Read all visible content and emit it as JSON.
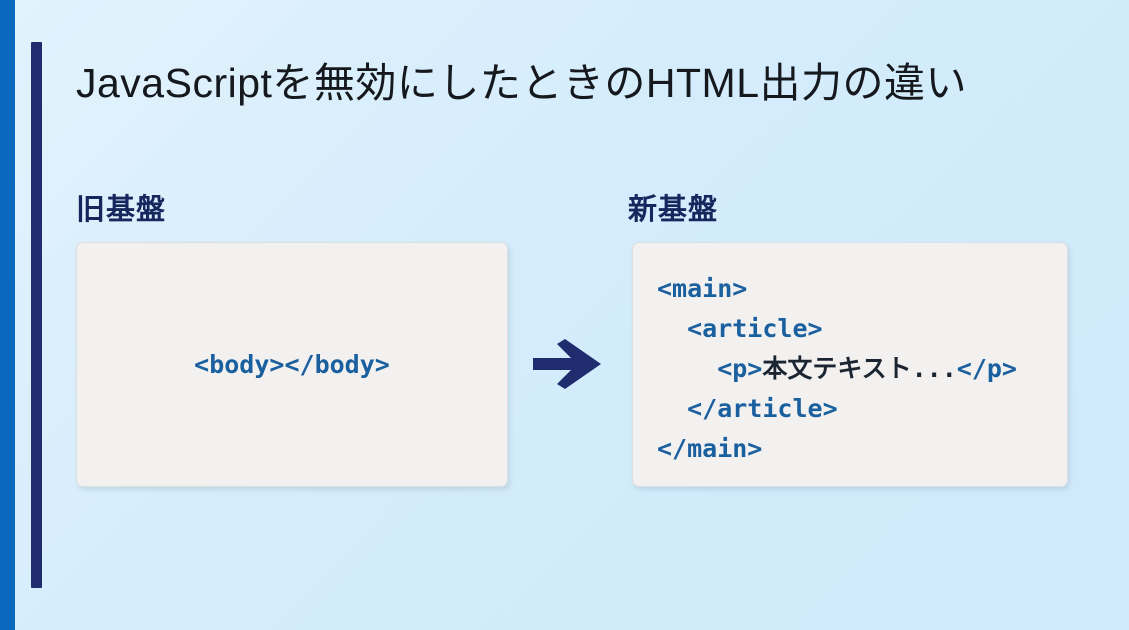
{
  "slide": {
    "title": "JavaScriptを無効にしたときのHTML出力の違い",
    "accent_color": "#1f2d6e",
    "edge_color": "#0a69bd",
    "background_color": "#d6eefc",
    "code_color": "#1a5f9e",
    "text_color": "#1b2431"
  },
  "columns": {
    "old": {
      "label": "旧基盤",
      "code": "<body></body>"
    },
    "new": {
      "label": "新基盤",
      "code_lines": [
        {
          "tag": "<main>"
        },
        {
          "tag": "  <article>"
        },
        {
          "tag_open": "    <p>",
          "text": "本文テキスト...",
          "tag_close": "</p>"
        },
        {
          "tag": "  </article>"
        },
        {
          "tag": "</main>"
        }
      ]
    }
  },
  "arrow": {
    "icon": "arrow-right-icon",
    "glyph": "→"
  }
}
